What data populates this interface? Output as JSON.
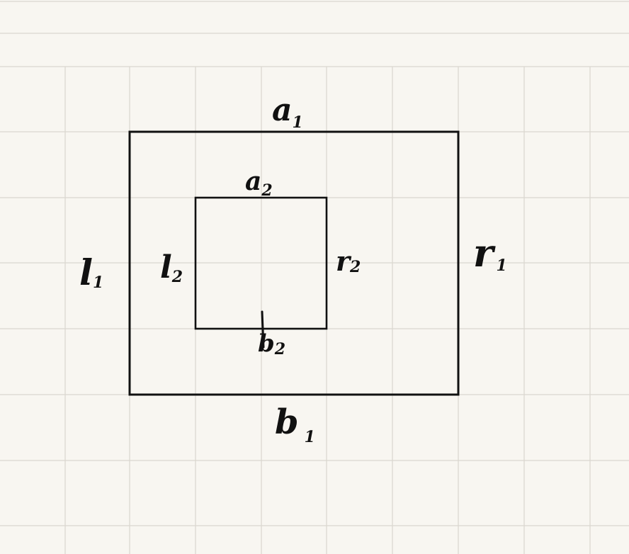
{
  "paper": {
    "background": "#f8f6f1",
    "grid_color": "#d9d6cf",
    "ink_color": "#111111"
  },
  "outer_box": {
    "top": {
      "letter": "a",
      "sub": "1"
    },
    "bottom": {
      "letter": "b",
      "sub": "1"
    },
    "left": {
      "letter": "l",
      "sub": "1"
    },
    "right": {
      "letter": "r",
      "sub": "1"
    }
  },
  "inner_box": {
    "top": {
      "letter": "a",
      "sub": "2"
    },
    "bottom": {
      "letter": "b",
      "sub": "2"
    },
    "left": {
      "letter": "l",
      "sub": "2"
    },
    "right": {
      "letter": "r",
      "sub": "2"
    }
  }
}
